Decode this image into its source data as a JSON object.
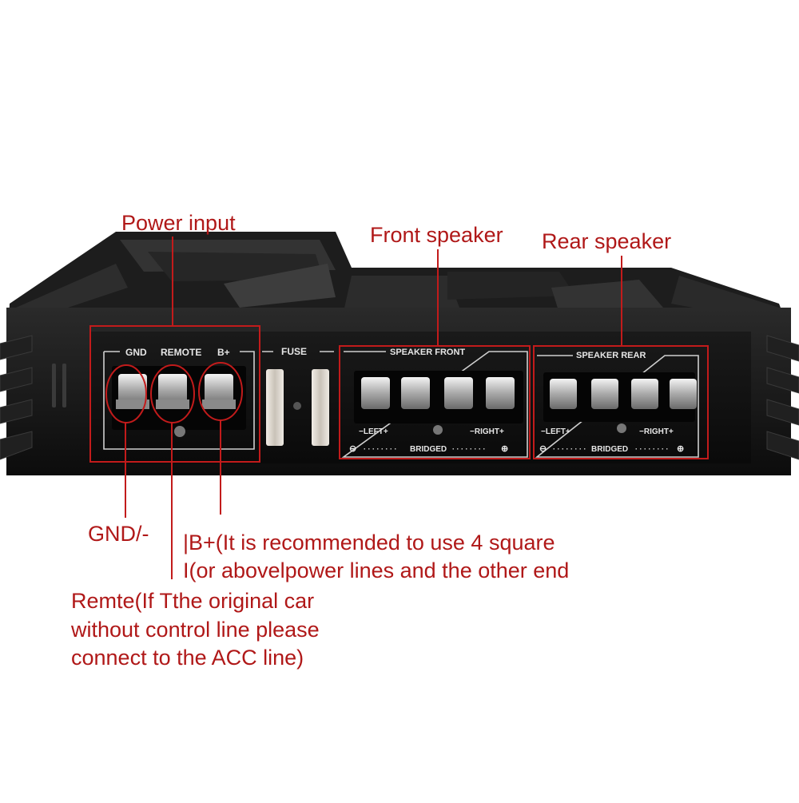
{
  "annotations": {
    "power_input": "Power input",
    "front_speaker": "Front speaker",
    "rear_speaker": "Rear speaker",
    "gnd": "GND/-",
    "b_plus_line1": "|B+(It is recommended to use 4 square",
    "b_plus_line2": "I(or abovelpower lines and the other end",
    "remote_line1": "Remte(If Tthe original car",
    "remote_line2": "without control line please",
    "remote_line3": "connect to the ACC line)"
  },
  "panel_labels": {
    "gnd": "GND",
    "remote": "REMOTE",
    "b_plus": "B+",
    "fuse": "FUSE",
    "speaker_front": "SPEAKER FRONT",
    "speaker_rear": "SPEAKER REAR",
    "left": "LEFT",
    "right": "RIGHT",
    "bridged": "BRIDGED"
  },
  "colors": {
    "annotation_red": "#b01818",
    "amp_body": "#111111",
    "panel_print": "#e6e6e6"
  }
}
